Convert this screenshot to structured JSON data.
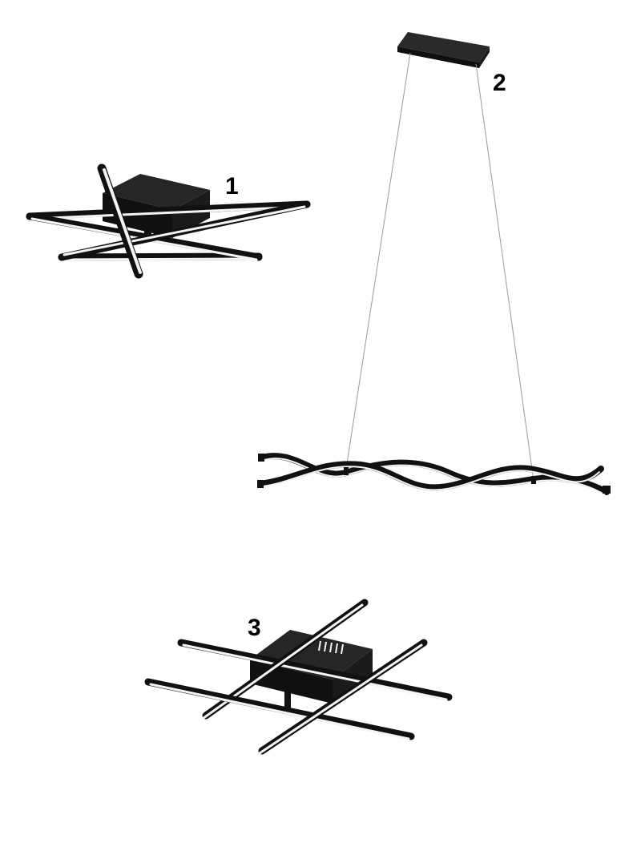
{
  "callouts": [
    {
      "id": "1",
      "text": "1"
    },
    {
      "id": "2",
      "text": "2"
    },
    {
      "id": "3",
      "text": "3"
    }
  ],
  "colors": {
    "background": "#ffffff",
    "fixture_body": "#141414",
    "led_diffuser": "#f4f4f4",
    "suspension_wire": "#9a9a9a"
  },
  "icons": {
    "lamp_1": "ceiling-lamp-four-arms-icon",
    "lamp_2": "pendant-lamp-wave-icon",
    "lamp_3": "ceiling-lamp-grid-icon"
  }
}
